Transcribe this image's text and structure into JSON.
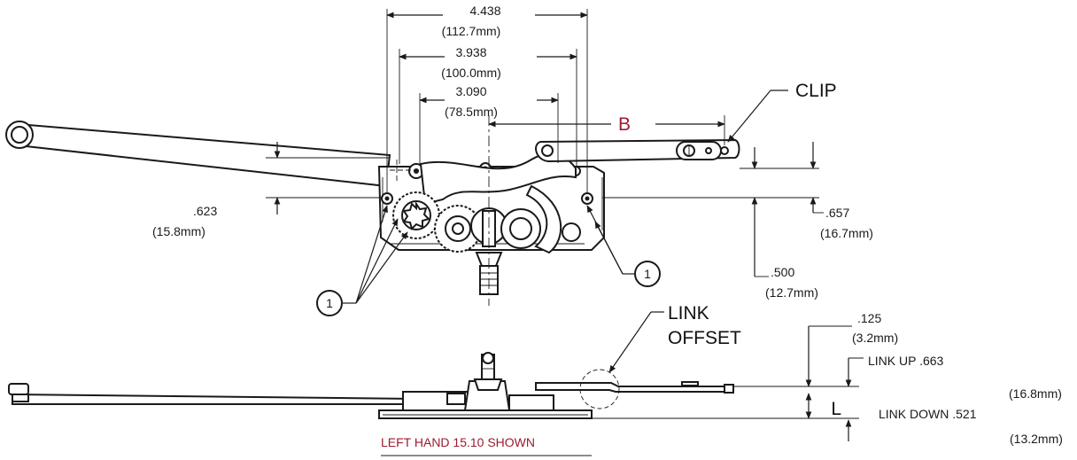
{
  "top_view": {
    "dim_4438": "4.438",
    "dim_4438_mm": "(112.7mm)",
    "dim_3938": "3.938",
    "dim_3938_mm": "(100.0mm)",
    "dim_3090": "3.090",
    "dim_3090_mm": "(78.5mm)",
    "dim_b": "B",
    "clip_label": "CLIP",
    "dim_623": ".623",
    "dim_623_mm": "(15.8mm)",
    "dim_657": ".657",
    "dim_657_mm": "(16.7mm)",
    "dim_500": ".500",
    "dim_500_mm": "(12.7mm)",
    "callout_left": "1",
    "callout_right": "1"
  },
  "side_view": {
    "link_offset_line1": "LINK",
    "link_offset_line2": "OFFSET",
    "dim_125": ".125",
    "dim_125_mm": "(3.2mm)",
    "link_up": "LINK UP .663",
    "link_up_mm": "(16.8mm)",
    "dim_l": "L",
    "link_down": "LINK DOWN .521",
    "link_down_mm": "(13.2mm)",
    "caption": "LEFT HAND 15.10 SHOWN"
  },
  "colors": {
    "accent": "#9b1b30",
    "ink": "#1a1a1a"
  }
}
